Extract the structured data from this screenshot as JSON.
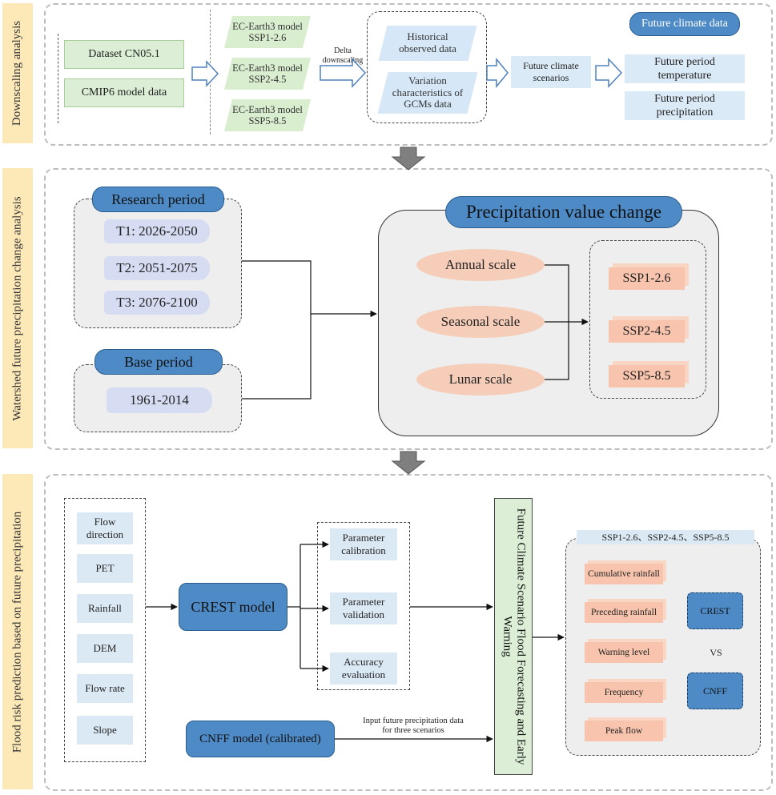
{
  "sections": {
    "s1_label": "Downscaling analysis",
    "s2_label": "Watershed future precipitation change analysis",
    "s3_label": "Flood risk prediction based on future precipitation"
  },
  "downscaling": {
    "datasets": [
      "Dataset CN05.1",
      "CMIP6 model data"
    ],
    "models": [
      "EC-Earth3 model\nSSP1-2.6",
      "EC-Earth3 model\nSSP2-4.5",
      "EC-Earth3 model\nSSP5-8.5"
    ],
    "delta_label": "Delta\ndownscaling",
    "inputs": [
      "Historical\nobserved data",
      "Variation\ncharacteristics of\nGCMs data"
    ],
    "scenarios": "Future climate\nscenarios",
    "future_title": "Future climate data",
    "future_outputs": [
      "Future period\ntemperature",
      "Future period\nprecipitation"
    ]
  },
  "precip": {
    "research_title": "Research period",
    "periods": [
      "T1: 2026-2050",
      "T2: 2051-2075",
      "T3: 2076-2100"
    ],
    "base_title": "Base period",
    "base_value": "1961-2014",
    "change_title": "Precipitation value change",
    "scales": [
      "Annual scale",
      "Seasonal scale",
      "Lunar scale"
    ],
    "ssps": [
      "SSP1-2.6",
      "SSP2-4.5",
      "SSP5-8.5"
    ]
  },
  "flood": {
    "inputs": [
      "Flow\ndirection",
      "PET",
      "Rainfall",
      "DEM",
      "Flow rate",
      "Slope"
    ],
    "crest_model": "CREST model",
    "steps": [
      "Parameter\ncalibration",
      "Parameter\nvalidation",
      "Accuracy\nevaluation"
    ],
    "forecast_title": "Future Climate Scenario Flood Forecasting and Early Warning",
    "cnff_model": "CNFF model (calibrated)",
    "input_note": "Input future precipitation data\nfor three scenarios",
    "ssp_header": "SSP1-2.6、SSP2-4.5、SSP5-8.5",
    "results": [
      "Cumulative rainfall",
      "Preceding rainfall",
      "Warning level",
      "Frequency",
      "Peak flow"
    ],
    "crest_small": "CREST",
    "vs": "VS",
    "cnff_small": "CNFF"
  }
}
